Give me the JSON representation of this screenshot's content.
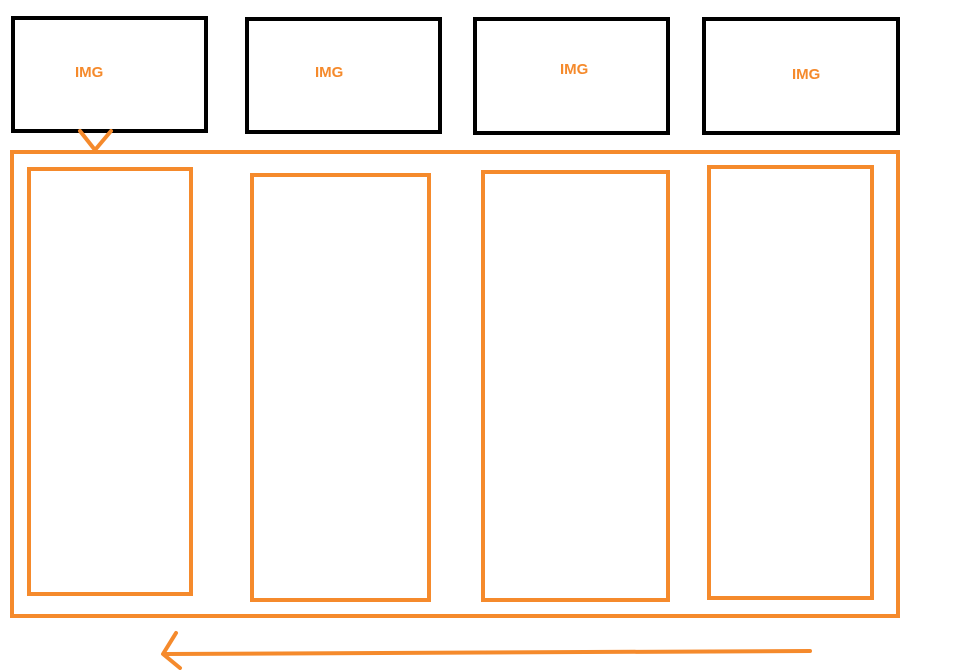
{
  "colors": {
    "accent": "#f58a2c",
    "box_border": "#000000",
    "background": "#ffffff"
  },
  "thumbnails": [
    {
      "label": "IMG"
    },
    {
      "label": "IMG"
    },
    {
      "label": "IMG"
    },
    {
      "label": "IMG"
    }
  ],
  "icons": {
    "selection_pointer": "chevron-down-icon",
    "scroll_direction": "arrow-left-icon"
  }
}
